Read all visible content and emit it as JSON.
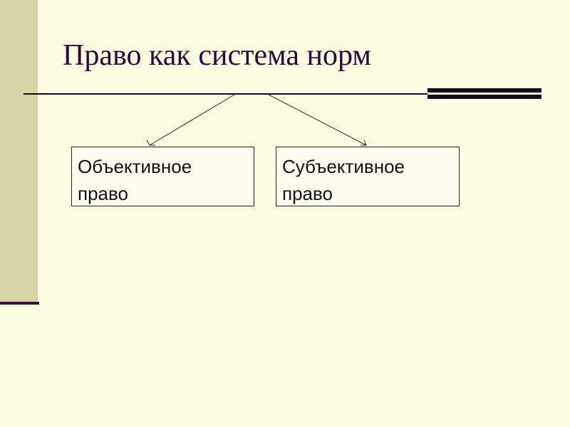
{
  "slide": {
    "title": "Право как система норм"
  },
  "diagram": {
    "nodes": [
      {
        "line1": "Объективное",
        "line2": "право"
      },
      {
        "line1": "Субъективное",
        "line2": "право"
      }
    ]
  },
  "colors": {
    "background": "#fdfbe3",
    "sidebar": "#d6d3a4",
    "title_text": "#2b0a35",
    "rule": "#14081a"
  }
}
